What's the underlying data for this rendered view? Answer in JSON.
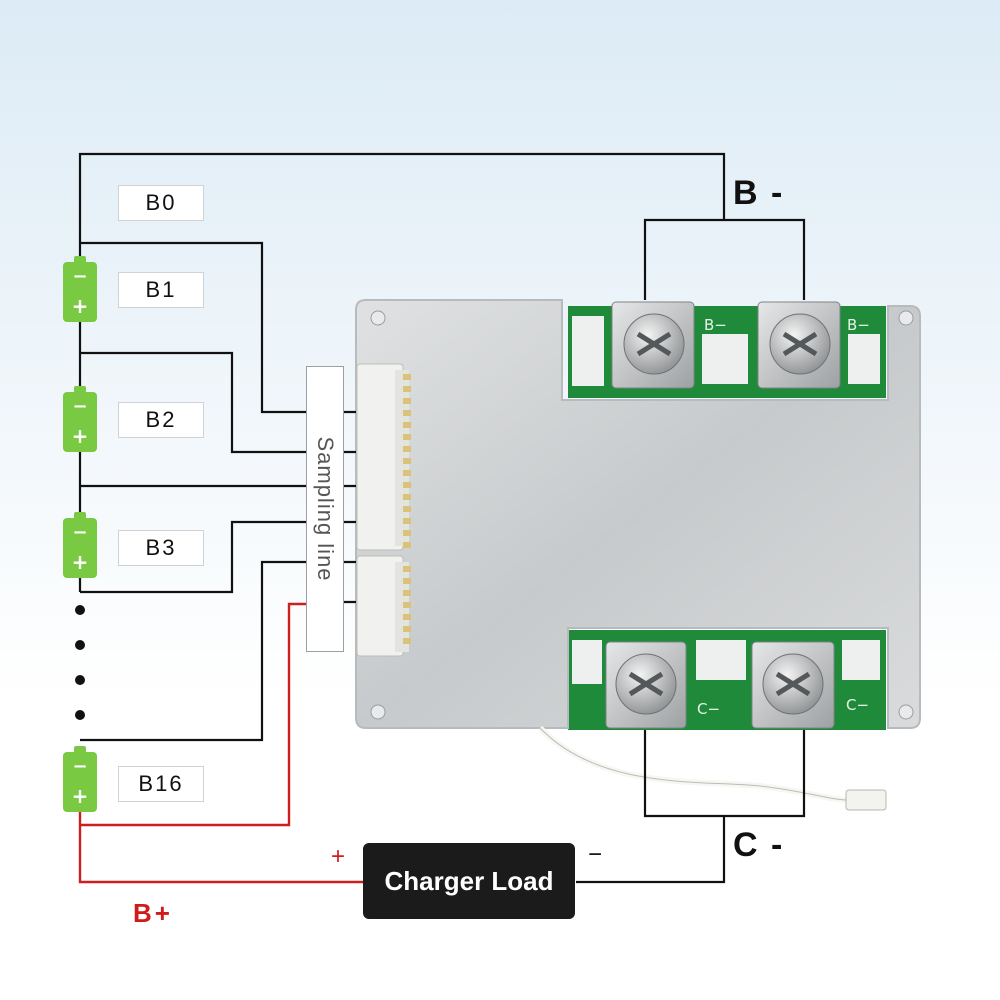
{
  "cells": [
    {
      "label": "B0"
    },
    {
      "label": "B1"
    },
    {
      "label": "B2"
    },
    {
      "label": "B3"
    },
    {
      "label": "B16"
    }
  ],
  "battery_signs": {
    "minus": "−",
    "plus": "+"
  },
  "sampling_label": "Sampling line",
  "terminals": {
    "b_minus": "B -",
    "c_minus": "C -",
    "b_plus": "B+"
  },
  "charger": {
    "label": "Charger Load",
    "plus": "+",
    "minus": "−"
  },
  "board_marks": {
    "b_pad": "B−",
    "c_pad": "C−"
  },
  "colors": {
    "wire": "#111111",
    "positive_wire": "#cc1f1f",
    "battery": "#7ac943",
    "pcb": "#1f8a3a",
    "heatsink": "#cfd2d4"
  }
}
